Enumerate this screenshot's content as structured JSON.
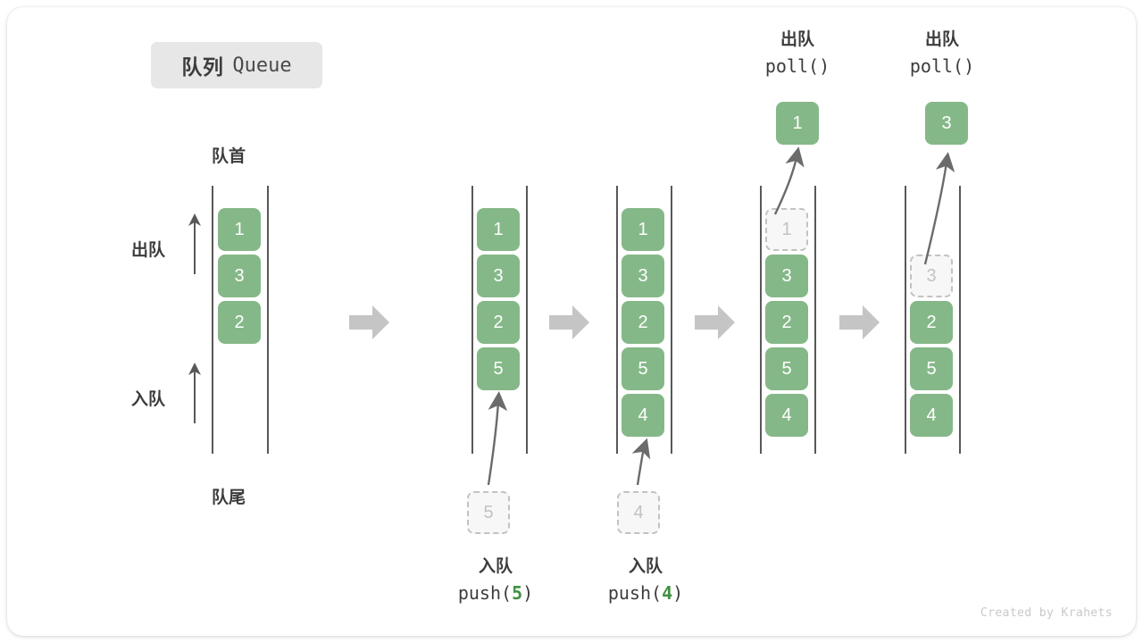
{
  "figure": {
    "title_cn": "队列",
    "title_en": "Queue",
    "watermark": "Created by Krahets",
    "front_label": "队首",
    "rear_label": "队尾",
    "dequeue_label": "出队",
    "enqueue_label": "入队",
    "accent_green": "#85b888",
    "accent_green_text": "#3f9142",
    "rail_color": "#585858",
    "arrow_gray": "#c5c5c5",
    "ghost_border": "#c2c2c2"
  },
  "legend": {
    "dequeue_arrow_name": "出队",
    "enqueue_arrow_name": "入队"
  },
  "columns": [
    {
      "id": "initial",
      "cells": [
        "1",
        "3",
        "2"
      ],
      "ghost_index": -1,
      "popped": null,
      "incoming": null,
      "caption_cn": "",
      "caption_code": ""
    },
    {
      "id": "push-5",
      "cells": [
        "1",
        "3",
        "2",
        "5"
      ],
      "ghost_index": -1,
      "popped": null,
      "incoming": "5",
      "caption_cn": "入队",
      "caption_code_prefix": "push(",
      "caption_code_arg": "5",
      "caption_code_suffix": ")"
    },
    {
      "id": "push-4",
      "cells": [
        "1",
        "3",
        "2",
        "5",
        "4"
      ],
      "ghost_index": -1,
      "popped": null,
      "incoming": "4",
      "caption_cn": "入队",
      "caption_code_prefix": "push(",
      "caption_code_arg": "4",
      "caption_code_suffix": ")"
    },
    {
      "id": "poll-1",
      "cells": [
        "1",
        "3",
        "2",
        "5",
        "4"
      ],
      "ghost_index": 0,
      "popped": "1",
      "incoming": null,
      "header_cn": "出队",
      "header_code": "poll()"
    },
    {
      "id": "poll-3",
      "cells": [
        "3",
        "2",
        "5",
        "4"
      ],
      "ghost_index": 0,
      "popped": "3",
      "incoming": null,
      "header_cn": "出队",
      "header_code": "poll()"
    }
  ],
  "separators": [
    "separator-1",
    "separator-2",
    "separator-3",
    "separator-4"
  ]
}
